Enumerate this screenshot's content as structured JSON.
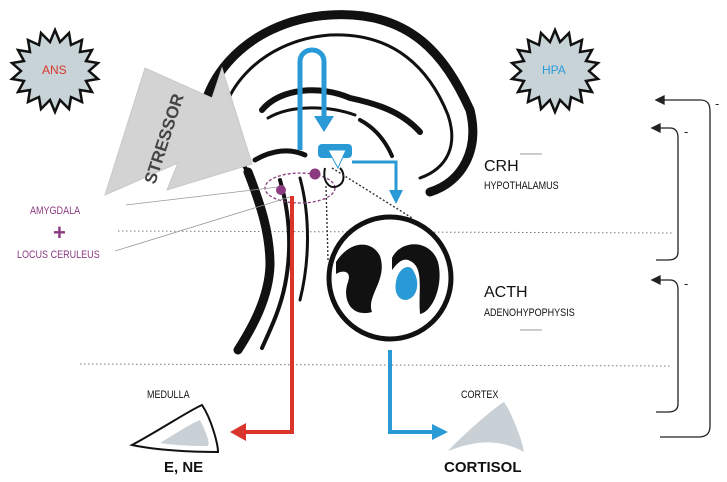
{
  "badges": {
    "ans": {
      "label": "ANS",
      "color": "#d9352b"
    },
    "hpa": {
      "label": "HPA",
      "color": "#2a9ad6"
    }
  },
  "stressor": {
    "label": "STRESSOR"
  },
  "structures": {
    "amygdala": "AMYGDALA",
    "plus": "+",
    "locus_ceruleus": "LOCUS CERULEUS",
    "crh": "CRH",
    "hypothalamus": "HYPOTHALAMUS",
    "acth": "ACTH",
    "adenohypophysis": "ADENOHYPOPHYSIS",
    "medulla": "MEDULLA",
    "cortex": "CORTEX"
  },
  "outputs": {
    "medulla_output": "E, NE",
    "cortex_output": "CORTISOL"
  },
  "feedback": {
    "signs": [
      "-",
      "-",
      "-"
    ]
  },
  "colors": {
    "sympathetic_arrow": "#d9352b",
    "hpa_arrow": "#2a9ad6",
    "limbic": "#8b3a7f",
    "brain_outline": "#111111",
    "adrenal_fill": "#c9d1d6"
  },
  "icons": {
    "ans": "starburst-badge-icon",
    "hpa": "starburst-badge-icon",
    "stressor": "large-arrow-icon",
    "pituitary": "pituitary-circle-icon",
    "adrenal": "adrenal-gland-icon"
  }
}
